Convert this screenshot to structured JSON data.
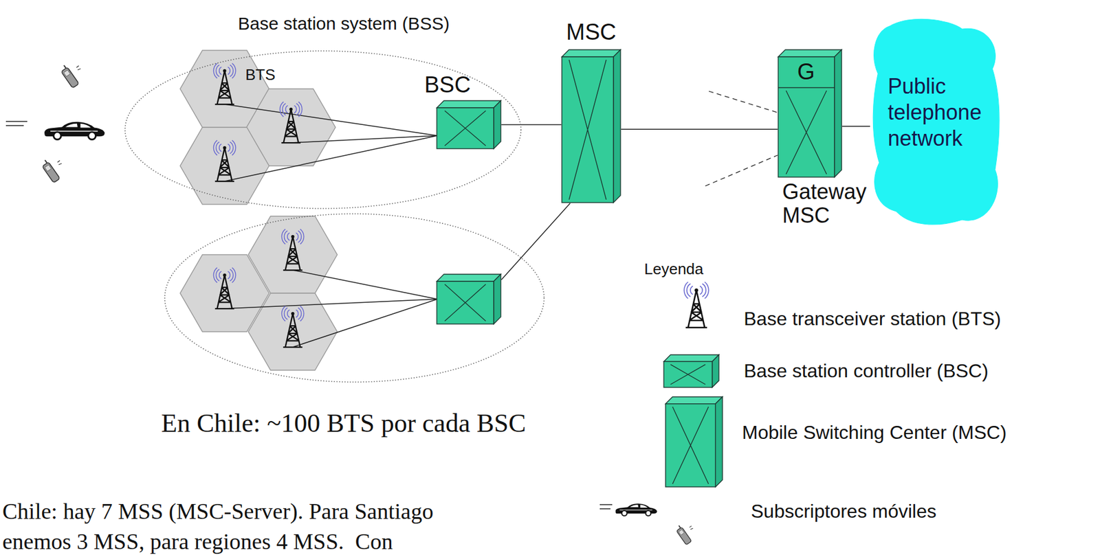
{
  "diagram": {
    "nodes": [
      {
        "text": [
          "Base station system (BSS)"
        ]
      },
      {
        "text": [
          "BSC"
        ],
        "in": 0
      },
      {
        "text": []
      },
      {
        "text": [
          "MSC"
        ]
      },
      {
        "text": [
          "G",
          "Gateway MSC"
        ]
      },
      {
        "text": [
          "Public telephone network"
        ]
      }
    ],
    "edges": [
      {
        "from": 1,
        "to": 3,
        "arrow": "none"
      },
      {
        "from": 2,
        "to": 3,
        "arrow": "none"
      },
      {
        "from": 3,
        "to": 4,
        "arrow": "none"
      },
      {
        "from": 4,
        "to": 5,
        "arrow": "none"
      }
    ],
    "labels": [
      "BTS",
      "Leyenda",
      "En Chile: ~100 BTS por cada BSC",
      "Chile: hay 7 MSS (MSC-Server). Para Santiago",
      "enemos 3 MSS, para regiones 4 MSS.  Con"
    ],
    "legend": [
      {
        "text": "Base transceiver station (BTS)"
      },
      {
        "text": "Base station controller (BSC)"
      },
      {
        "text": "Mobile Switching Center (MSC)"
      },
      {
        "text": "Subscriptores móviles"
      }
    ]
  }
}
